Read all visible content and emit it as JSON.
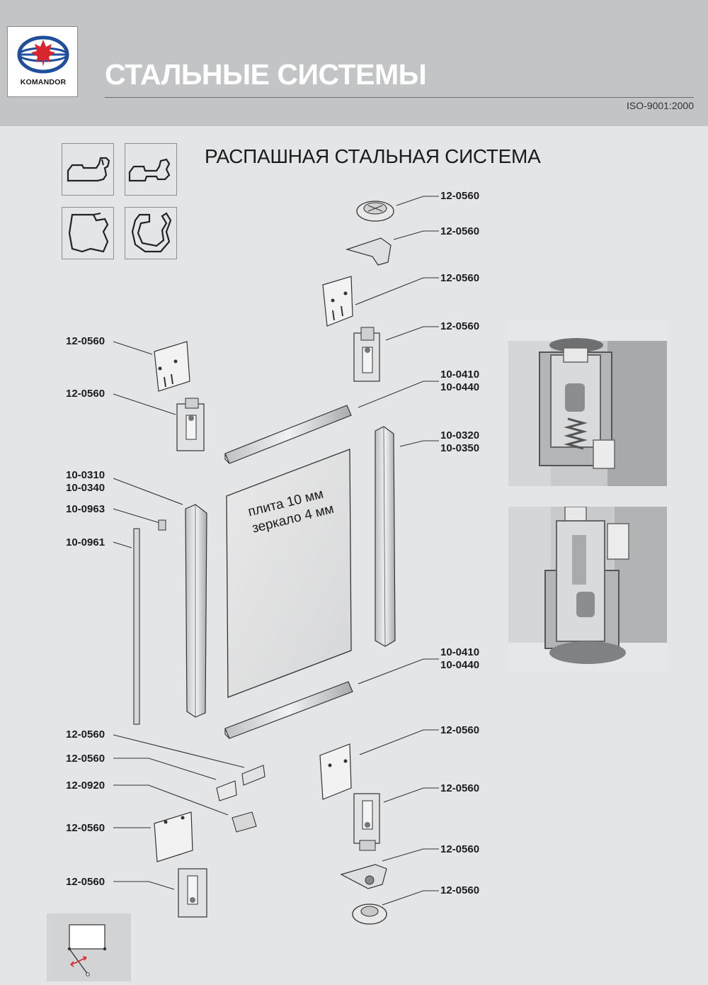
{
  "header": {
    "brand": "KOMANDOR",
    "title": "СТАЛЬНЫЕ СИСТЕМЫ",
    "certification": "ISO-9001:2000"
  },
  "section": {
    "title": "РАСПАШНАЯ СТАЛЬНАЯ СИСТЕМА"
  },
  "panel": {
    "line1": "плита 10 мм",
    "line2": "зеркало 4 мм"
  },
  "labels": {
    "right_top_1": "12-0560",
    "right_top_2": "12-0560",
    "right_top_3": "12-0560",
    "right_top_4": "12-0560",
    "right_rail_top_a": "10-0410",
    "right_rail_top_b": "10-0440",
    "right_profile_a": "10-0320",
    "right_profile_b": "10-0350",
    "right_rail_bottom_a": "10-0410",
    "right_rail_bottom_b": "10-0440",
    "right_bottom_1": "12-0560",
    "right_bottom_2": "12-0560",
    "right_bottom_3": "12-0560",
    "right_bottom_4": "12-0560",
    "left_top_1": "12-0560",
    "left_top_2": "12-0560",
    "left_profile_a": "10-0310",
    "left_profile_b": "10-0340",
    "left_clip": "10-0963",
    "left_seal": "10-0961",
    "left_bottom_1": "12-0560",
    "left_bottom_2": "12-0560",
    "left_bottom_3": "12-0920",
    "left_bottom_4": "12-0560",
    "left_bottom_5": "12-0560"
  },
  "colors": {
    "header_bg": "#c3c4c6",
    "page_bg": "#e4e5e7",
    "logo_red": "#d7262e",
    "logo_blue": "#1f4e9c"
  },
  "icons": [
    "komandor-logo-icon",
    "profile-icon",
    "swing-door-icon"
  ]
}
